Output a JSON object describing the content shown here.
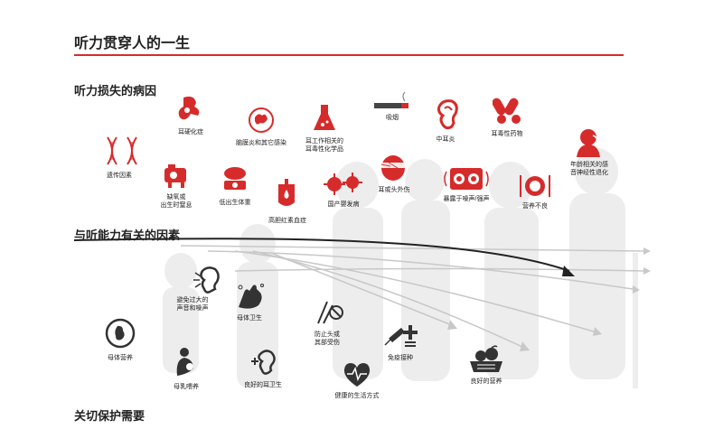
{
  "title": "听力贯穿人的一生",
  "sections": {
    "causes": "听力损失的病因",
    "factors": "与听能力有关的因素",
    "care": "关切保护需要"
  },
  "causes": [
    {
      "label": "遗传因素",
      "icon": "dna-icon"
    },
    {
      "label": "耳硬化症",
      "icon": "ear-bone-icon"
    },
    {
      "label": "缺氧或\n出生时窒息",
      "icon": "incubator-icon"
    },
    {
      "label": "低出生体重",
      "icon": "baby-scale-icon"
    },
    {
      "label": "脑膜炎和其它感染",
      "icon": "brain-icon"
    },
    {
      "label": "高胆红素血症",
      "icon": "blood-bag-icon"
    },
    {
      "label": "耳工作相关的\n耳毒性化学品",
      "icon": "flask-icon"
    },
    {
      "label": "国产婴发病",
      "icon": "virus-icon"
    },
    {
      "label": "吸烟",
      "icon": "cigarette-icon"
    },
    {
      "label": "耳或头外伤",
      "icon": "head-bandage-icon"
    },
    {
      "label": "中耳炎",
      "icon": "ear-icon"
    },
    {
      "label": "暴露于噪声/强声",
      "icon": "speaker-icon"
    },
    {
      "label": "耳毒性药物",
      "icon": "pills-icon"
    },
    {
      "label": "营养不良",
      "icon": "plate-icon"
    },
    {
      "label": "年龄相关的感\n音神经性退化",
      "icon": "elderly-ear-icon"
    }
  ],
  "care": [
    {
      "label": "母体营养",
      "icon": "fetus-icon"
    },
    {
      "label": "避免过大的\n声音和噪声",
      "icon": "noise-ear-icon"
    },
    {
      "label": "母乳喂养",
      "icon": "breastfeeding-icon"
    },
    {
      "label": "母体卫生",
      "icon": "hand-wash-icon"
    },
    {
      "label": "良好的耳卫生",
      "icon": "ear-care-icon"
    },
    {
      "label": "防止头或\n其部受伤",
      "icon": "no-injury-icon"
    },
    {
      "label": "健康的生活方式",
      "icon": "heart-pulse-icon"
    },
    {
      "label": "免疫接种",
      "icon": "syringe-icon"
    },
    {
      "label": "良好的营养",
      "icon": "food-basket-icon"
    }
  ],
  "colors": {
    "accent": "#d62b2b",
    "dark": "#333333",
    "silhouette": "#ececec"
  }
}
